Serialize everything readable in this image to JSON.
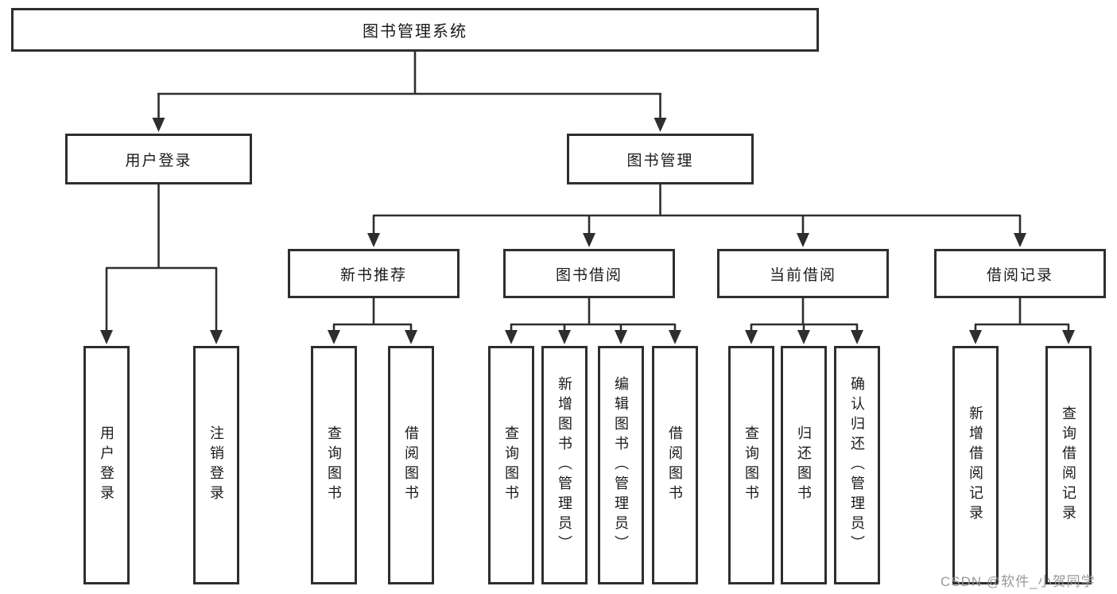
{
  "colors": {
    "line": "#2e2e2e",
    "box_border": "#2e2e2e",
    "box_fill": "#ffffff",
    "text": "#1b1b1b",
    "background": "#ffffff",
    "watermark": "#949494"
  },
  "watermark": "CSDN @软件_小贺同学",
  "tree": {
    "root": "图书管理系统",
    "branches": [
      {
        "label": "用户登录",
        "children": [
          {
            "label": "用户登录"
          },
          {
            "label": "注销登录"
          }
        ]
      },
      {
        "label": "图书管理",
        "children": [
          {
            "label": "新书推荐",
            "children": [
              {
                "label": "查询图书"
              },
              {
                "label": "借阅图书"
              }
            ]
          },
          {
            "label": "图书借阅",
            "children": [
              {
                "label": "查询图书"
              },
              {
                "label": "新增图书（管理员）"
              },
              {
                "label": "编辑图书（管理员）"
              },
              {
                "label": "借阅图书"
              }
            ]
          },
          {
            "label": "当前借阅",
            "children": [
              {
                "label": "查询图书"
              },
              {
                "label": "归还图书"
              },
              {
                "label": "确认归还（管理员）"
              }
            ]
          },
          {
            "label": "借阅记录",
            "children": [
              {
                "label": "新增借阅记录"
              },
              {
                "label": "查询借阅记录"
              }
            ]
          }
        ]
      }
    ]
  }
}
